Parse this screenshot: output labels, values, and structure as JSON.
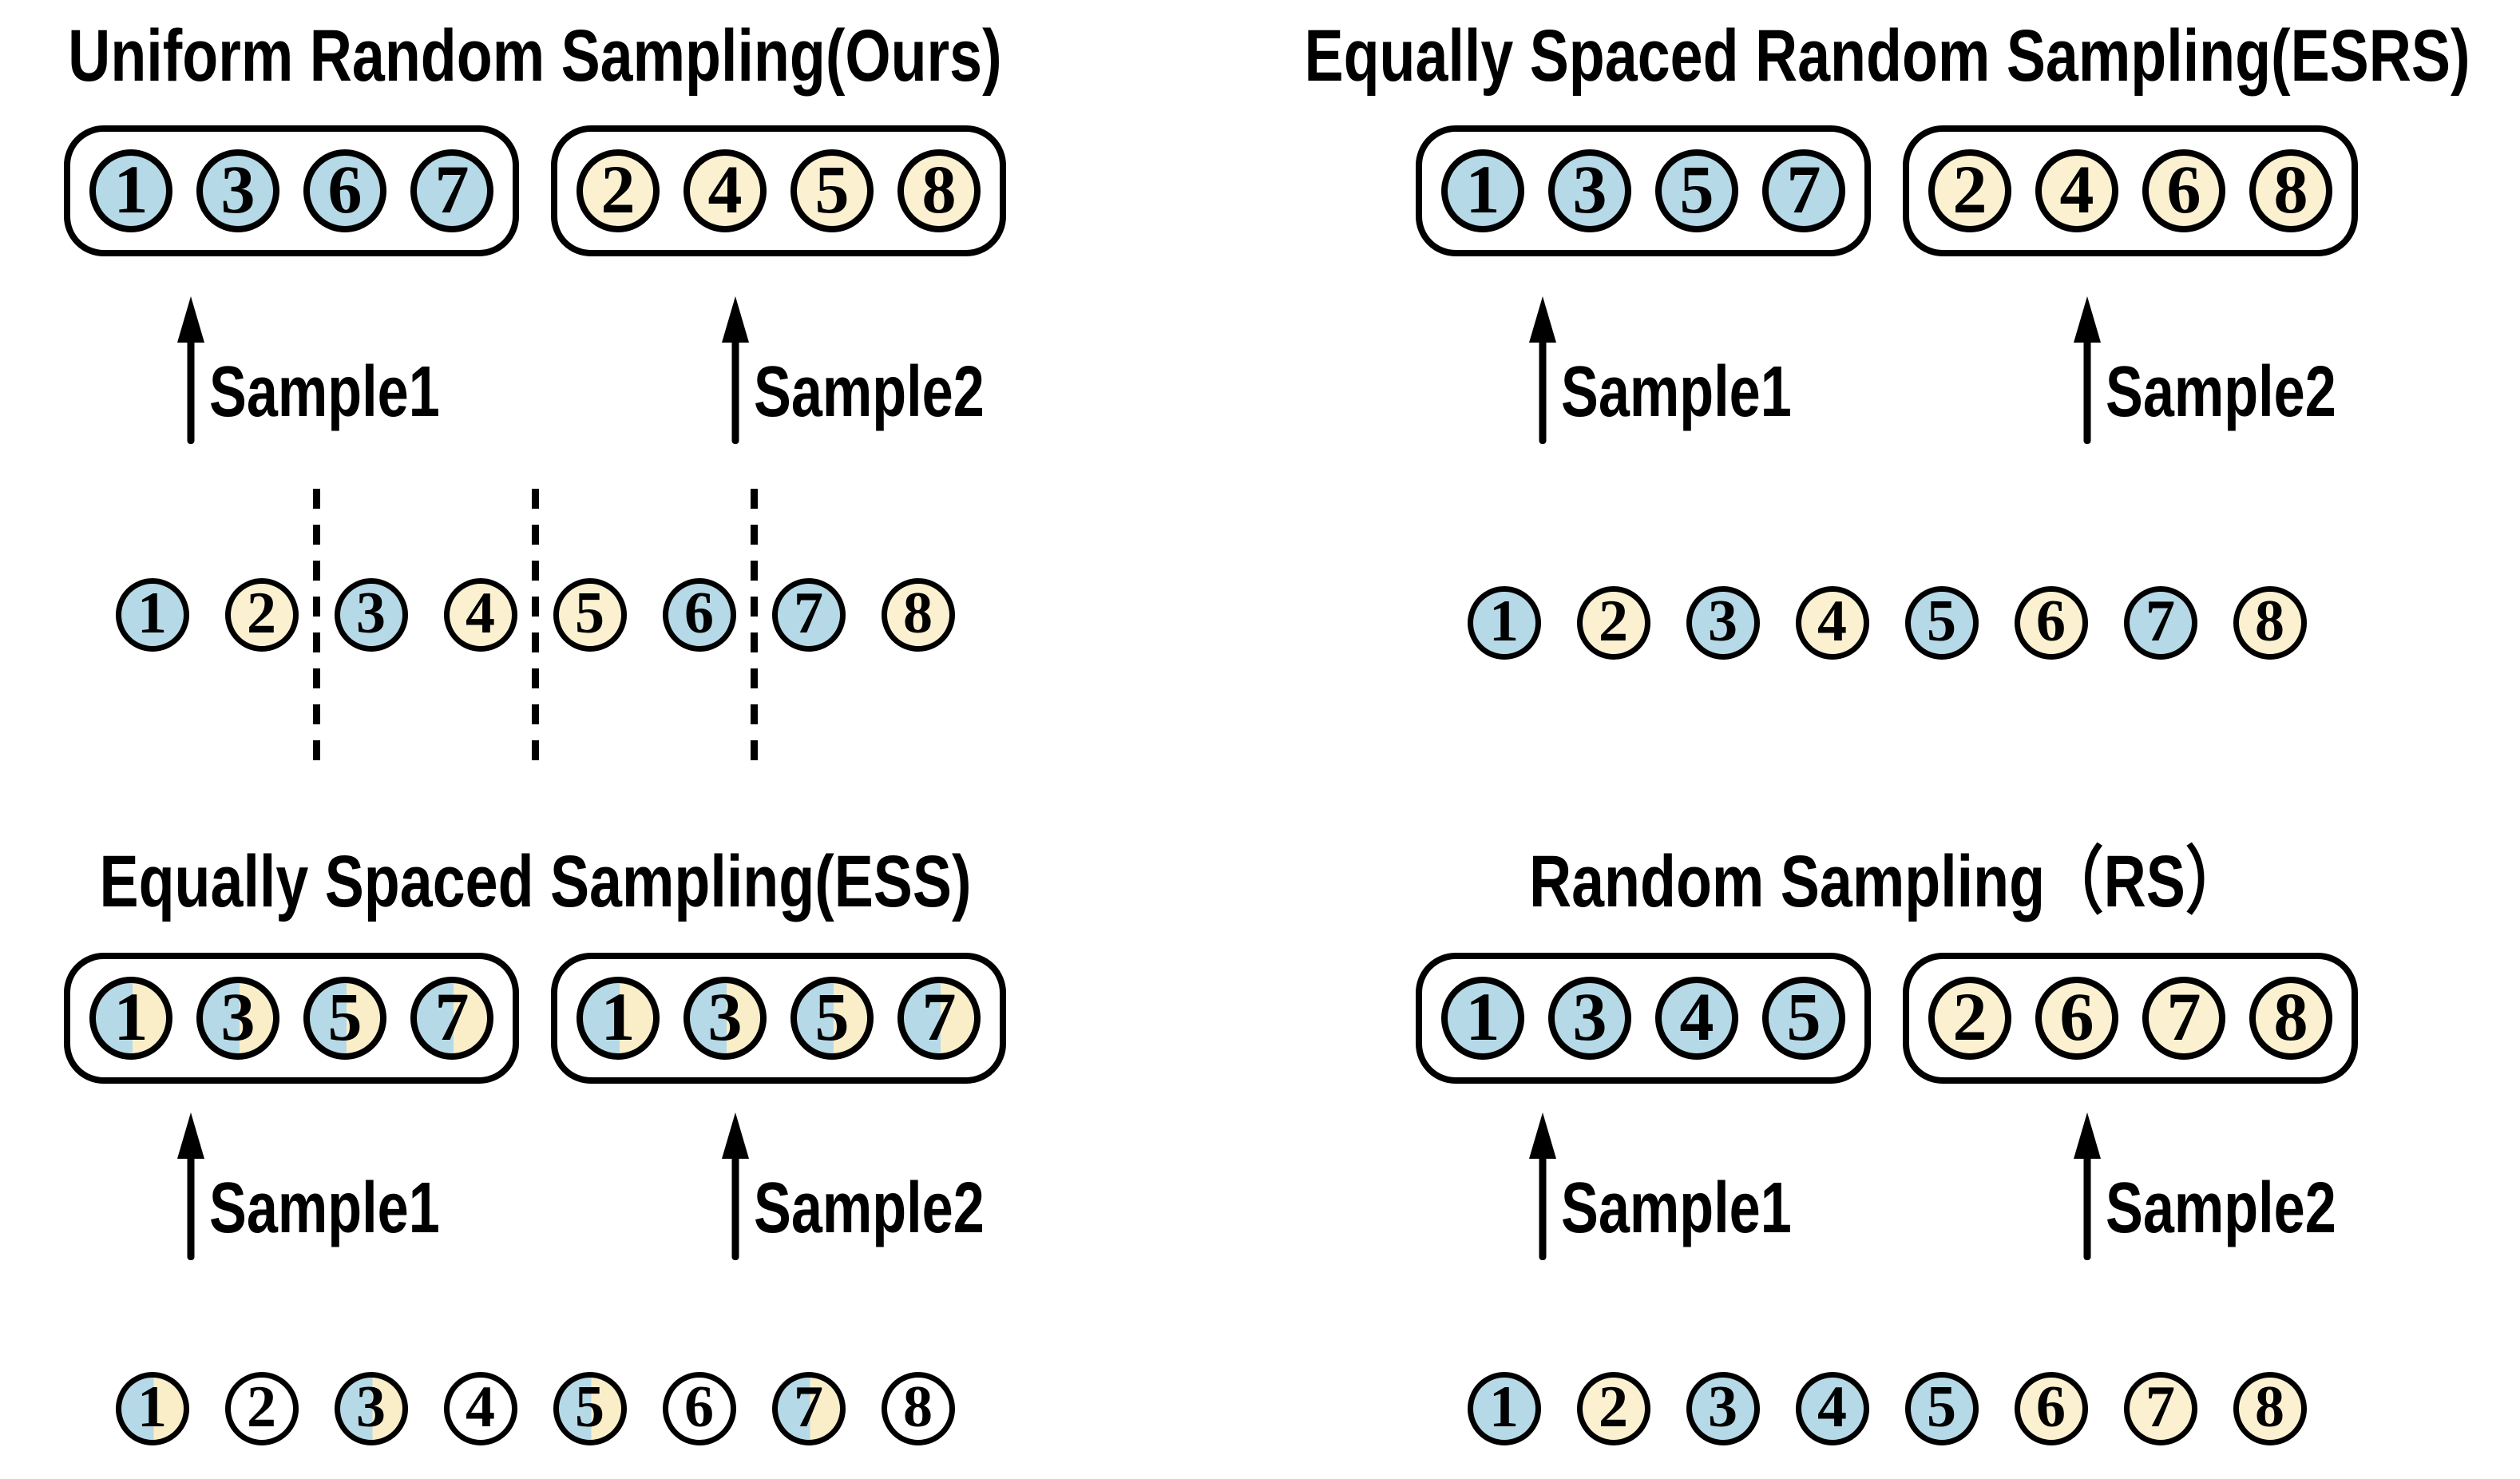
{
  "colors": {
    "sample1_blue": "#b5d9e7",
    "sample2_yellow": "#fbf1d0",
    "split_left_blue": "#b5d9e7",
    "split_right_yellow": "#faeec9",
    "unsampled_white": "#ffffff",
    "outline_black": "#000000"
  },
  "panels": [
    {
      "title": "Uniform Random Sampling(Ours)",
      "sample1_label": "Sample1",
      "sample2_label": "Sample2",
      "box1": {
        "items": [
          {
            "label": "1",
            "color": "blue"
          },
          {
            "label": "3",
            "color": "blue"
          },
          {
            "label": "6",
            "color": "blue"
          },
          {
            "label": "7",
            "color": "blue"
          }
        ]
      },
      "box2": {
        "items": [
          {
            "label": "2",
            "color": "yellow"
          },
          {
            "label": "4",
            "color": "yellow"
          },
          {
            "label": "5",
            "color": "yellow"
          },
          {
            "label": "8",
            "color": "yellow"
          }
        ]
      },
      "source": {
        "items": [
          {
            "label": "1",
            "color": "blue"
          },
          {
            "label": "2",
            "color": "yellow"
          },
          {
            "label": "3",
            "color": "blue"
          },
          {
            "label": "4",
            "color": "yellow"
          },
          {
            "label": "5",
            "color": "yellow"
          },
          {
            "label": "6",
            "color": "blue"
          },
          {
            "label": "7",
            "color": "blue"
          },
          {
            "label": "8",
            "color": "yellow"
          }
        ],
        "dividers_after": [
          2,
          4,
          6
        ]
      }
    },
    {
      "title": "Equally Spaced Random Sampling(ESRS)",
      "sample1_label": "Sample1",
      "sample2_label": "Sample2",
      "box1": {
        "items": [
          {
            "label": "1",
            "color": "blue"
          },
          {
            "label": "3",
            "color": "blue"
          },
          {
            "label": "5",
            "color": "blue"
          },
          {
            "label": "7",
            "color": "blue"
          }
        ]
      },
      "box2": {
        "items": [
          {
            "label": "2",
            "color": "yellow"
          },
          {
            "label": "4",
            "color": "yellow"
          },
          {
            "label": "6",
            "color": "yellow"
          },
          {
            "label": "8",
            "color": "yellow"
          }
        ]
      },
      "source": {
        "items": [
          {
            "label": "1",
            "color": "blue"
          },
          {
            "label": "2",
            "color": "yellow"
          },
          {
            "label": "3",
            "color": "blue"
          },
          {
            "label": "4",
            "color": "yellow"
          },
          {
            "label": "5",
            "color": "blue"
          },
          {
            "label": "6",
            "color": "yellow"
          },
          {
            "label": "7",
            "color": "blue"
          },
          {
            "label": "8",
            "color": "yellow"
          }
        ],
        "dividers_after": []
      }
    },
    {
      "title": "Equally Spaced Sampling(ESS)",
      "sample1_label": "Sample1",
      "sample2_label": "Sample2",
      "box1": {
        "items": [
          {
            "label": "1",
            "color": "split"
          },
          {
            "label": "3",
            "color": "split"
          },
          {
            "label": "5",
            "color": "split"
          },
          {
            "label": "7",
            "color": "split"
          }
        ]
      },
      "box2": {
        "items": [
          {
            "label": "1",
            "color": "split"
          },
          {
            "label": "3",
            "color": "split"
          },
          {
            "label": "5",
            "color": "split"
          },
          {
            "label": "7",
            "color": "split"
          }
        ]
      },
      "source": {
        "items": [
          {
            "label": "1",
            "color": "split"
          },
          {
            "label": "2",
            "color": "white"
          },
          {
            "label": "3",
            "color": "split"
          },
          {
            "label": "4",
            "color": "white"
          },
          {
            "label": "5",
            "color": "split"
          },
          {
            "label": "6",
            "color": "white"
          },
          {
            "label": "7",
            "color": "split"
          },
          {
            "label": "8",
            "color": "white"
          }
        ],
        "dividers_after": []
      }
    },
    {
      "title": "Random Sampling（RS）",
      "sample1_label": "Sample1",
      "sample2_label": "Sample2",
      "box1": {
        "items": [
          {
            "label": "1",
            "color": "blue"
          },
          {
            "label": "3",
            "color": "blue"
          },
          {
            "label": "4",
            "color": "blue"
          },
          {
            "label": "5",
            "color": "blue"
          }
        ]
      },
      "box2": {
        "items": [
          {
            "label": "2",
            "color": "yellow"
          },
          {
            "label": "6",
            "color": "yellow"
          },
          {
            "label": "7",
            "color": "yellow"
          },
          {
            "label": "8",
            "color": "yellow"
          }
        ]
      },
      "source": {
        "items": [
          {
            "label": "1",
            "color": "blue"
          },
          {
            "label": "2",
            "color": "yellow"
          },
          {
            "label": "3",
            "color": "blue"
          },
          {
            "label": "4",
            "color": "blue"
          },
          {
            "label": "5",
            "color": "blue"
          },
          {
            "label": "6",
            "color": "yellow"
          },
          {
            "label": "7",
            "color": "yellow"
          },
          {
            "label": "8",
            "color": "yellow"
          }
        ],
        "dividers_after": []
      }
    }
  ]
}
